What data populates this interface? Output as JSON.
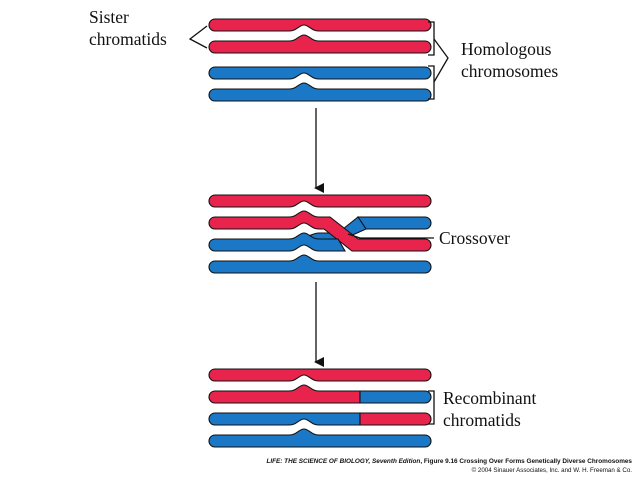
{
  "labels": {
    "sister_chromatids": [
      "Sister",
      "chromatids"
    ],
    "homologous_chromosomes": [
      "Homologous",
      "chromosomes"
    ],
    "crossover": "Crossover",
    "recombinant_chromatids": [
      "Recombinant",
      "chromatids"
    ]
  },
  "caption": {
    "book_title": "LIFE: THE SCIENCE OF BIOLOGY, Seventh Edition",
    "figure_text": ", Figure 9.16 Crossing Over Forms Genetically Diverse Chromosomes",
    "copyright": "© 2004 Sinauer Associates, Inc. and W. H. Freeman & Co."
  },
  "colors": {
    "maternal": "#e8244d",
    "paternal": "#1a78c7",
    "outline": "#111111",
    "background": "#ffffff"
  }
}
